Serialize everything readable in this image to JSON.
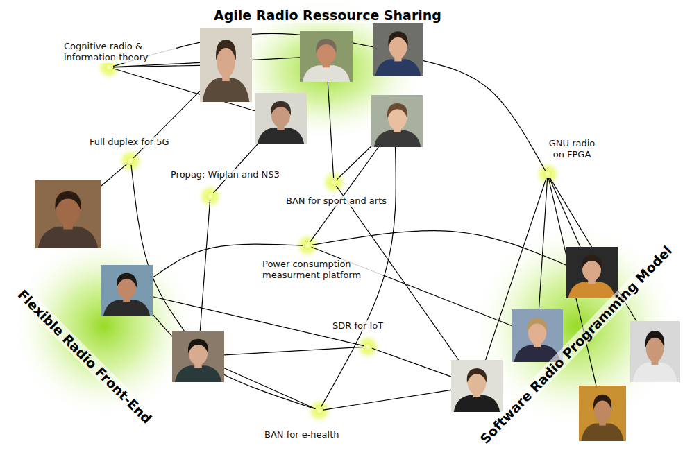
{
  "diagram": {
    "nodes": [
      {
        "text": [
          "Cognitive radio & information theory"
        ]
      },
      {
        "text": [
          "Full duplex for 5G"
        ]
      },
      {
        "text": [
          "Propag: Wiplan and NS3"
        ]
      },
      {
        "text": [
          "BAN for sport and arts"
        ]
      },
      {
        "text": [
          "Power consumption measurment platform"
        ]
      },
      {
        "text": [
          "SDR for IoT"
        ]
      },
      {
        "text": [
          "BAN for e-health"
        ]
      },
      {
        "text": [
          "GNU radio on FPGA"
        ]
      },
      {
        "text": []
      },
      {
        "text": []
      },
      {
        "text": []
      },
      {
        "text": []
      },
      {
        "text": []
      },
      {
        "text": []
      },
      {
        "text": []
      },
      {
        "text": []
      },
      {
        "text": []
      },
      {
        "text": []
      },
      {
        "text": []
      },
      {
        "text": []
      },
      {
        "text": []
      }
    ],
    "edges": [
      {
        "from": 8,
        "to": 0,
        "arrow": "none"
      },
      {
        "from": 9,
        "to": 0,
        "arrow": "none"
      },
      {
        "from": 10,
        "to": 0,
        "arrow": "none"
      },
      {
        "from": 11,
        "to": 0,
        "arrow": "none"
      },
      {
        "from": 8,
        "to": 1,
        "arrow": "none"
      },
      {
        "from": 13,
        "to": 1,
        "arrow": "none"
      },
      {
        "from": 15,
        "to": 1,
        "arrow": "none"
      },
      {
        "from": 11,
        "to": 2,
        "arrow": "none"
      },
      {
        "from": 15,
        "to": 2,
        "arrow": "none"
      },
      {
        "from": 9,
        "to": 3,
        "arrow": "none"
      },
      {
        "from": 12,
        "to": 3,
        "arrow": "none"
      },
      {
        "from": 18,
        "to": 3,
        "arrow": "none"
      },
      {
        "from": 12,
        "to": 4,
        "arrow": "none"
      },
      {
        "from": 14,
        "to": 4,
        "arrow": "none"
      },
      {
        "from": 16,
        "to": 4,
        "arrow": "none"
      },
      {
        "from": 17,
        "to": 4,
        "arrow": "none"
      },
      {
        "from": 14,
        "to": 5,
        "arrow": "none"
      },
      {
        "from": 15,
        "to": 5,
        "arrow": "none"
      },
      {
        "from": 18,
        "to": 5,
        "arrow": "none"
      },
      {
        "from": 14,
        "to": 6,
        "arrow": "none"
      },
      {
        "from": 15,
        "to": 6,
        "arrow": "none"
      },
      {
        "from": 12,
        "to": 6,
        "arrow": "none"
      },
      {
        "from": 18,
        "to": 6,
        "arrow": "none"
      },
      {
        "from": 10,
        "to": 7,
        "arrow": "none"
      },
      {
        "from": 18,
        "to": 7,
        "arrow": "none"
      },
      {
        "from": 17,
        "to": 7,
        "arrow": "none"
      },
      {
        "from": 16,
        "to": 7,
        "arrow": "none"
      },
      {
        "from": 19,
        "to": 7,
        "arrow": "none"
      },
      {
        "from": 20,
        "to": 7,
        "arrow": "none"
      }
    ],
    "labels": [
      "Agile Radio Ressource Sharing",
      "Flexible Radio Front-End",
      "Software Radio Programming Model"
    ]
  }
}
